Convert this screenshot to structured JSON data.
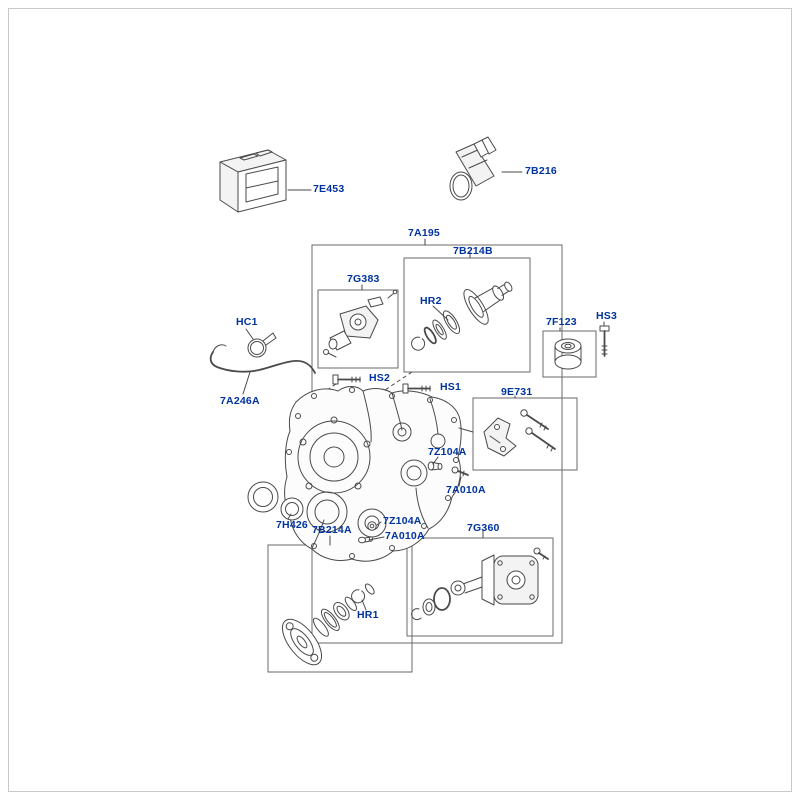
{
  "page": {
    "label_color": "#0033A0",
    "line_color": "#4a4a4a",
    "background": "#ffffff"
  },
  "callouts": {
    "part_7e453": "7E453",
    "part_7b216": "7B216",
    "part_7a195": "7A195",
    "part_7b214b": "7B214B",
    "part_7g383": "7G383",
    "part_hr2": "HR2",
    "part_hc1": "HC1",
    "part_7f123": "7F123",
    "part_hs3": "HS3",
    "part_hs2": "HS2",
    "part_hs1": "HS1",
    "part_9e731": "9E731",
    "part_7a246a": "7A246A",
    "part_7z104a_upper": "7Z104A",
    "part_7a010a_upper": "7A010A",
    "part_7h426": "7H426",
    "part_7b214a": "7B214A",
    "part_7z104a_lower": "7Z104A",
    "part_7a010a_lower": "7A010A",
    "part_hr1": "HR1",
    "part_7g360": "7G360"
  }
}
